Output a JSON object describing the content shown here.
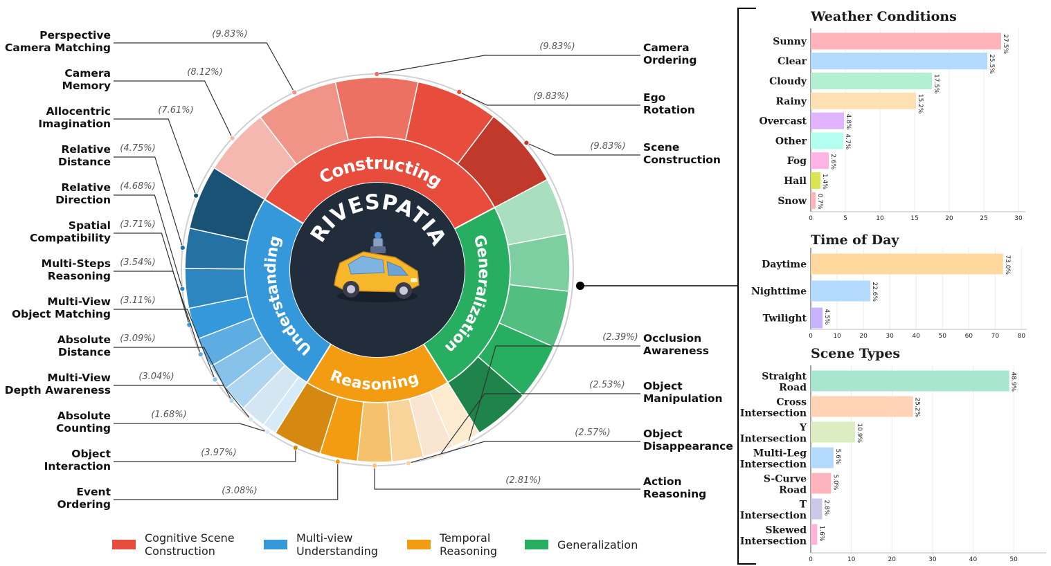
{
  "center_title": "DRIVESPATIAL",
  "ring_labels": {
    "constructing": "Constructing",
    "understanding": "Understanding",
    "reasoning": "Reasoning",
    "generalization": "Generalization"
  },
  "legend": [
    {
      "label_line1": "Cognitive Scene",
      "label_line2": "Construction",
      "color": "#e74c3c"
    },
    {
      "label_line1": "Multi-view",
      "label_line2": "Understanding",
      "color": "#3498db"
    },
    {
      "label_line1": "Temporal",
      "label_line2": "Reasoning",
      "color": "#f39c12"
    },
    {
      "label_line1": "Generalization",
      "label_line2": "",
      "color": "#27ae60"
    }
  ],
  "chart_data": [
    {
      "type": "pie",
      "title": "DRIVESPATIAL",
      "categories": [
        {
          "name": "Constructing",
          "color": "#e74c3c",
          "tasks": [
            {
              "line1": "Camera",
              "line2": "Memory",
              "pct": "(8.12%)",
              "value": 8.12,
              "color": "#f4b8b1"
            },
            {
              "line1": "Perspective",
              "line2": "Camera Matching",
              "pct": "(9.83%)",
              "value": 9.83,
              "color": "#f09488"
            },
            {
              "line1": "Camera",
              "line2": "Ordering",
              "pct": "(9.83%)",
              "value": 9.83,
              "color": "#ec7163"
            },
            {
              "line1": "Ego",
              "line2": "Rotation",
              "pct": "(9.83%)",
              "value": 9.83,
              "color": "#e74c3c"
            },
            {
              "line1": "Scene",
              "line2": "Construction",
              "pct": "(9.83%)",
              "value": 9.83,
              "color": "#c0392b"
            }
          ]
        },
        {
          "name": "Generalization",
          "color": "#27ae60",
          "tasks": [
            {
              "value": 2.0,
              "color": "#a9dfbf"
            },
            {
              "value": 2.0,
              "color": "#7dcea0"
            },
            {
              "value": 2.0,
              "color": "#52be80"
            },
            {
              "value": 2.0,
              "color": "#27ae60"
            },
            {
              "value": 2.0,
              "color": "#1e8449"
            }
          ]
        },
        {
          "name": "Reasoning",
          "color": "#f39c12",
          "tasks": [
            {
              "line1": "Occlusion",
              "line2": "Awareness",
              "pct": "(2.39%)",
              "value": 2.39,
              "color": "#fdebd0"
            },
            {
              "line1": "Object",
              "line2": "Manipulation",
              "pct": "(2.53%)",
              "value": 2.53,
              "color": "#fae5d3"
            },
            {
              "line1": "Object",
              "line2": "Disappearance",
              "pct": "(2.57%)",
              "value": 2.57,
              "color": "#f8d49a"
            },
            {
              "line1": "Action",
              "line2": "Reasoning",
              "pct": "(2.81%)",
              "value": 2.81,
              "color": "#f5c16c"
            },
            {
              "line1": "Event",
              "line2": "Ordering",
              "pct": "(3.08%)",
              "value": 3.08,
              "color": "#f39c12"
            },
            {
              "line1": "Object",
              "line2": "Interaction",
              "pct": "(3.97%)",
              "value": 3.97,
              "color": "#d68910"
            }
          ]
        },
        {
          "name": "Understanding",
          "color": "#3498db",
          "tasks": [
            {
              "line1": "Absolute",
              "line2": "Counting",
              "pct": "(1.68%)",
              "value": 1.68,
              "color": "#d6eaf8"
            },
            {
              "line1": "Multi-View",
              "line2": "Depth Awareness",
              "pct": "(3.04%)",
              "value": 3.04,
              "color": "#d4e6f1"
            },
            {
              "line1": "Absolute",
              "line2": "Distance",
              "pct": "(3.09%)",
              "value": 3.09,
              "color": "#aed6f1"
            },
            {
              "line1": "Multi-View",
              "line2": "Object Matching",
              "pct": "(3.11%)",
              "value": 3.11,
              "color": "#85c1e9"
            },
            {
              "line1": "Multi-Steps",
              "line2": "Reasoning",
              "pct": "(3.54%)",
              "value": 3.54,
              "color": "#5dade2"
            },
            {
              "line1": "Spatial",
              "line2": "Compatibility",
              "pct": "(3.71%)",
              "value": 3.71,
              "color": "#3498db"
            },
            {
              "line1": "Relative",
              "line2": "Direction",
              "pct": "(4.68%)",
              "value": 4.68,
              "color": "#2e86c1"
            },
            {
              "line1": "Relative",
              "line2": "Distance",
              "pct": "(4.75%)",
              "value": 4.75,
              "color": "#2471a3"
            },
            {
              "line1": "Allocentric",
              "line2": "Imagination",
              "pct": "(7.61%)",
              "value": 7.61,
              "color": "#1a5276"
            }
          ]
        }
      ]
    },
    {
      "type": "bar",
      "title": "Weather Conditions",
      "categories": [
        "Sunny",
        "Clear",
        "Cloudy",
        "Rainy",
        "Overcast",
        "Other",
        "Fog",
        "Hail",
        "Snow"
      ],
      "values": [
        27.5,
        25.5,
        17.5,
        15.2,
        4.8,
        4.7,
        2.6,
        1.4,
        0.7
      ],
      "labels": [
        "27.5%",
        "25.5%",
        "17.5%",
        "15.2%",
        "4.8%",
        "4.7%",
        "2.6%",
        "1.4%",
        "0.7%"
      ],
      "colors": [
        "#ffb3ba",
        "#b3d9ff",
        "#b3f0d1",
        "#ffe0b3",
        "#e0b3ff",
        "#b3fff0",
        "#ffb3e6",
        "#d9e650",
        "#ffb3ba"
      ],
      "xticks": [
        "0",
        "5",
        "10",
        "15",
        "20",
        "25",
        "30"
      ],
      "xlim": [
        0,
        31
      ]
    },
    {
      "type": "bar",
      "title": "Time of Day",
      "categories": [
        "Daytime",
        "Nighttime",
        "Twilight"
      ],
      "values": [
        73.0,
        22.6,
        4.5
      ],
      "labels": [
        "73.0%",
        "22.6%",
        "4.5%"
      ],
      "colors": [
        "#ffd8a0",
        "#b3d9ff",
        "#c8b3ff"
      ],
      "xticks": [
        "0",
        "10",
        "20",
        "30",
        "40",
        "50",
        "60",
        "70",
        "80"
      ],
      "xlim": [
        0,
        82
      ]
    },
    {
      "type": "bar",
      "title": "Scene Types",
      "categories": [
        [
          "Straight",
          "Road"
        ],
        [
          "Cross",
          "Intersection"
        ],
        [
          "Y",
          "Intersection"
        ],
        [
          "Multi-Leg",
          "Intersection"
        ],
        [
          "S-Curve",
          "Road"
        ],
        [
          "T",
          "Intersection"
        ],
        [
          "Skewed",
          "Intersection"
        ]
      ],
      "values": [
        48.9,
        25.2,
        10.9,
        5.6,
        5.0,
        2.8,
        1.6
      ],
      "labels": [
        "48.9%",
        "25.2%",
        "10.9%",
        "5.6%",
        "5.0%",
        "2.8%",
        "1.6%"
      ],
      "colors": [
        "#a8e6cf",
        "#ffd3b6",
        "#dcedc1",
        "#b3d9ff",
        "#ffb3ba",
        "#c8c8e8",
        "#ffb3d9"
      ],
      "xticks": [
        "0",
        "10",
        "20",
        "30",
        "40",
        "50"
      ],
      "xlim": [
        0,
        58
      ]
    }
  ]
}
